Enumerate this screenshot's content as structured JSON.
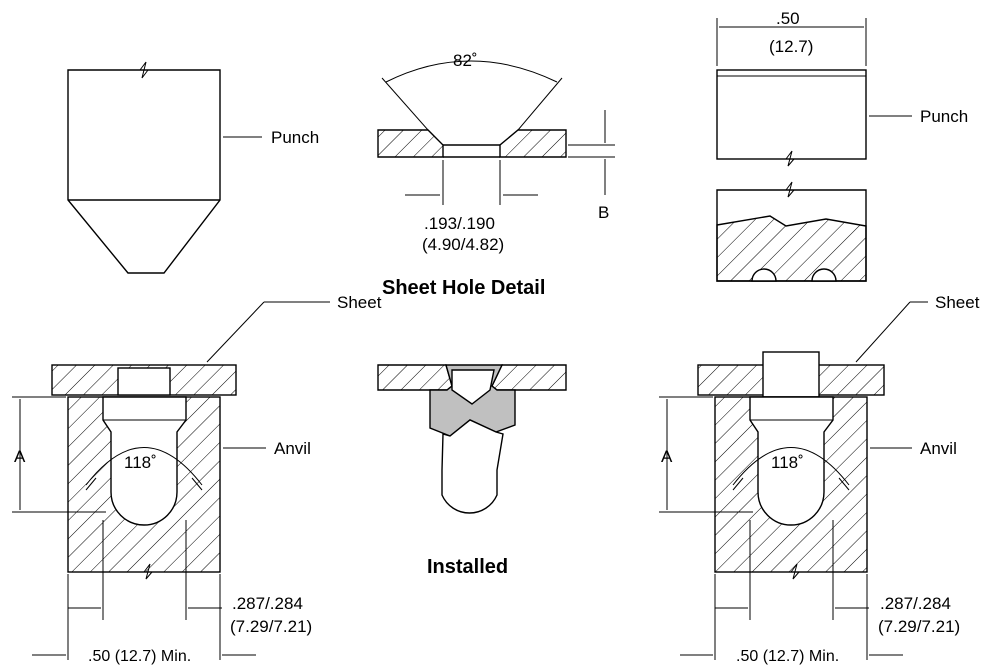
{
  "colors": {
    "line": "#000000",
    "background": "#ffffff",
    "formed_material": "#c0c0c0"
  },
  "labels": {
    "punch_left": "Punch",
    "punch_right": "Punch",
    "sheet_left": "Sheet",
    "sheet_right": "Sheet",
    "anvil_left": "Anvil",
    "anvil_right": "Anvil"
  },
  "titles": {
    "sheet_hole_detail": "Sheet Hole Detail",
    "installed": "Installed"
  },
  "dimensions": {
    "countersink_angle": "82˚",
    "hole_dia_in": ".193/.190",
    "hole_dia_mm": "(4.90/4.82)",
    "sheet_thickness": "B",
    "punch_width_in": ".50",
    "punch_width_mm": "(12.7)",
    "anvil_depth_left": "A",
    "anvil_depth_right": "A",
    "anvil_angle_left": "118˚",
    "anvil_angle_right": "118˚",
    "anvil_bore_left_in": ".287/.284",
    "anvil_bore_left_mm": "(7.29/7.21)",
    "anvil_bore_right_in": ".287/.284",
    "anvil_bore_right_mm": "(7.29/7.21)",
    "anvil_width_left": ".50 (12.7) Min.",
    "anvil_width_right": ".50 (12.7) Min."
  }
}
